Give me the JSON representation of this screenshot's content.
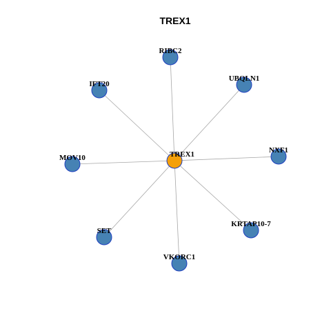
{
  "title": "TREX1",
  "colors": {
    "hub_fill": "#f5a00a",
    "node_fill": "#4682b4",
    "node_stroke": "#1f3fc0",
    "edge": "#a6a6a6"
  },
  "hub": {
    "label": "TREX1"
  },
  "nodes": [
    {
      "id": "ribc2",
      "label": "RIBC2"
    },
    {
      "id": "ubqln1",
      "label": "UBQLN1"
    },
    {
      "id": "ift20",
      "label": "IFT20"
    },
    {
      "id": "nxf1",
      "label": "NXF1"
    },
    {
      "id": "mov10",
      "label": "MOV10"
    },
    {
      "id": "krtap10-7",
      "label": "KRTAP10-7"
    },
    {
      "id": "set",
      "label": "SET"
    },
    {
      "id": "vkorc1",
      "label": "VKORC1"
    }
  ]
}
